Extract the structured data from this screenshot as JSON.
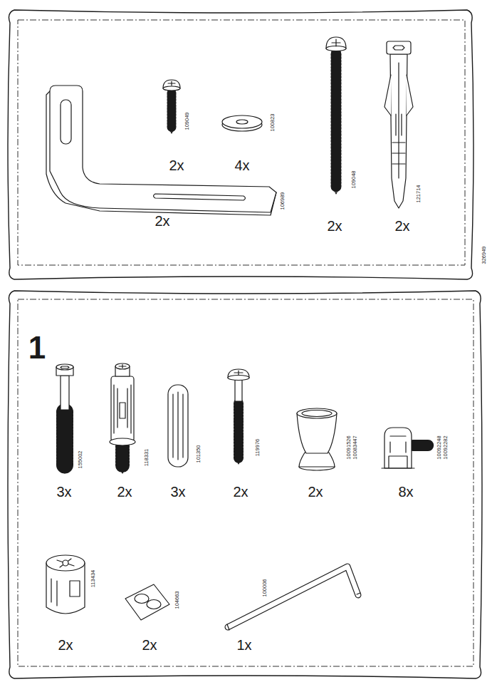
{
  "diagram": {
    "nodes": [
      {
        "text": [
          "106989",
          "2x",
          "109049",
          "2x",
          "100823",
          "4x",
          "109048",
          "2x",
          "121714",
          "2x"
        ]
      },
      {
        "text": [
          "1",
          "155002",
          "3x",
          "118331",
          "2x",
          "101350",
          "3x",
          "119976",
          "2x",
          "10091526",
          "10083447",
          "2x",
          "10092248",
          "10092282",
          "8x",
          "113434",
          "2x",
          "104663",
          "2x",
          "100006",
          "1x"
        ]
      }
    ],
    "labels": [
      "326949"
    ]
  }
}
